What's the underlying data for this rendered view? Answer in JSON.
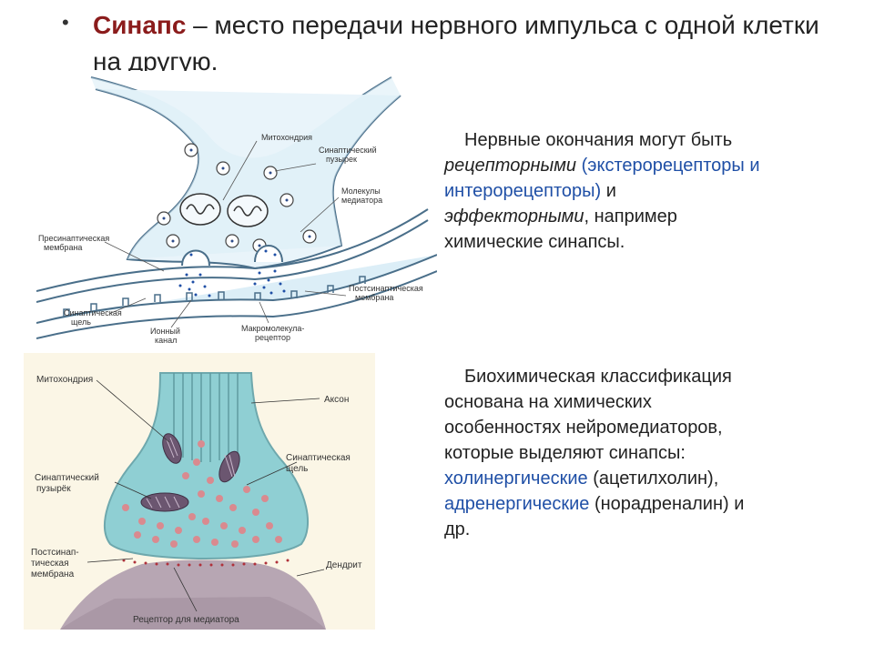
{
  "slide": {
    "bullet": "•",
    "title_term": "Синапс",
    "title_rest": " – место передачи нервного импульса с одной клетки на другую."
  },
  "paragraph1": {
    "line1": "Нервные окончания могут быть",
    "receptor_word": "рецепторными",
    "receptor_examples_a": "(экстерорецепторы и",
    "receptor_examples_b": "интерорецепторы)",
    "and": " и",
    "effector_word": "эффекторными",
    "effector_tail": ", например",
    "line4": "химические синапсы."
  },
  "paragraph2": {
    "line1": "Биохимическая классификация",
    "line2": "основана на химических",
    "line3": "особенностях  нейромедиаторов,",
    "line4": "которые выделяют синапсы:",
    "cholinergic": "холинергические",
    "cholinergic_example": " (ацетилхолин),",
    "adrenergic": "адренергические",
    "adrenergic_example": " (норадреналин) и",
    "line7": "др."
  },
  "figure_top": {
    "labels": {
      "mitochondria": "Митохондрия",
      "vesicle_1": "Синаптический",
      "vesicle_2": "пузырек",
      "mediator_1": "Молекулы",
      "mediator_2": "медиатора",
      "presyn_1": "Пресинаптическая",
      "presyn_2": "мембрана",
      "postsyn_1": "Постсинаптическая",
      "postsyn_2": "мембрана",
      "cleft_1": "Синаптическая",
      "cleft_2": "щель",
      "ion_1": "Ионный",
      "ion_2": "канал",
      "macro_1": "Макромолекула-",
      "macro_2": "рецептор"
    }
  },
  "figure_bottom": {
    "labels": {
      "mitochondria": "Митохондрия",
      "axon": "Аксон",
      "vesicle_1": "Синаптический",
      "vesicle_2": "пузырёк",
      "cleft_1": "Синаптическая",
      "cleft_2": "щель",
      "postsyn_1": "Постсинап-",
      "postsyn_2": "тическая",
      "postsyn_3": "мембрана",
      "dendrite": "Дендрит",
      "receptor": "Рецептор для медиатора"
    }
  },
  "colors": {
    "term": "#8b1c1c",
    "link_blue": "#1f4fa6",
    "membrane_blue": "#dceef7",
    "terminal_teal": "#8fcfd3",
    "dendrite_mauve": "#b7a6b3"
  }
}
